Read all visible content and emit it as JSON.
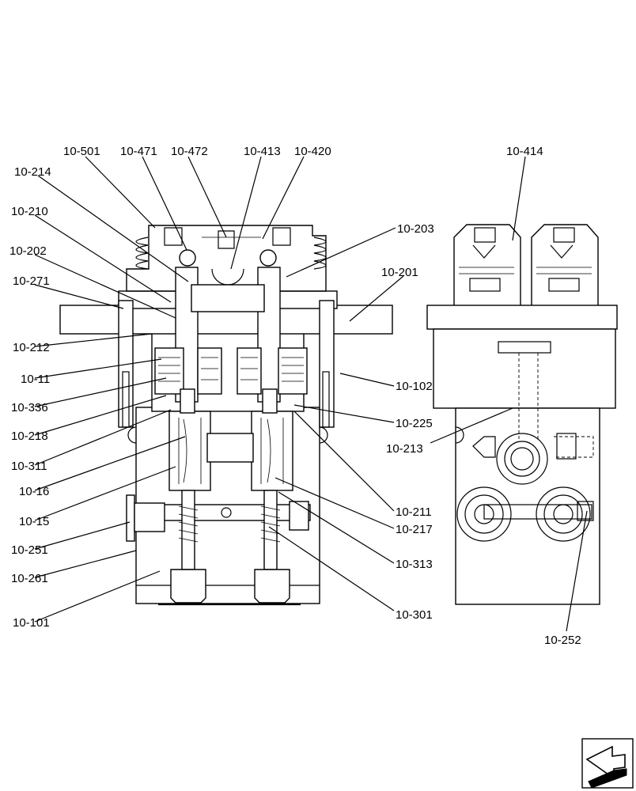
{
  "labels": {
    "l_10_501": "10-501",
    "l_10_471": "10-471",
    "l_10_472": "10-472",
    "l_10_413": "10-413",
    "l_10_420": "10-420",
    "l_10_414": "10-414",
    "l_10_214": "10-214",
    "l_10_210": "10-210",
    "l_10_203": "10-203",
    "l_10_202": "10-202",
    "l_10_201": "10-201",
    "l_10_271": "10-271",
    "l_10_212": "10-212",
    "l_10_11": "10-11",
    "l_10_102": "10-102",
    "l_10_336": "10-336",
    "l_10_225": "10-225",
    "l_10_218": "10-218",
    "l_10_213": "10-213",
    "l_10_311": "10-311",
    "l_10_16": "10-16",
    "l_10_211": "10-211",
    "l_10_15": "10-15",
    "l_10_217": "10-217",
    "l_10_251": "10-251",
    "l_10_313": "10-313",
    "l_10_261": "10-261",
    "l_10_301": "10-301",
    "l_10_101": "10-101",
    "l_10_252": "10-252"
  },
  "icons": {
    "nav": "next-page-arrow-icon"
  }
}
